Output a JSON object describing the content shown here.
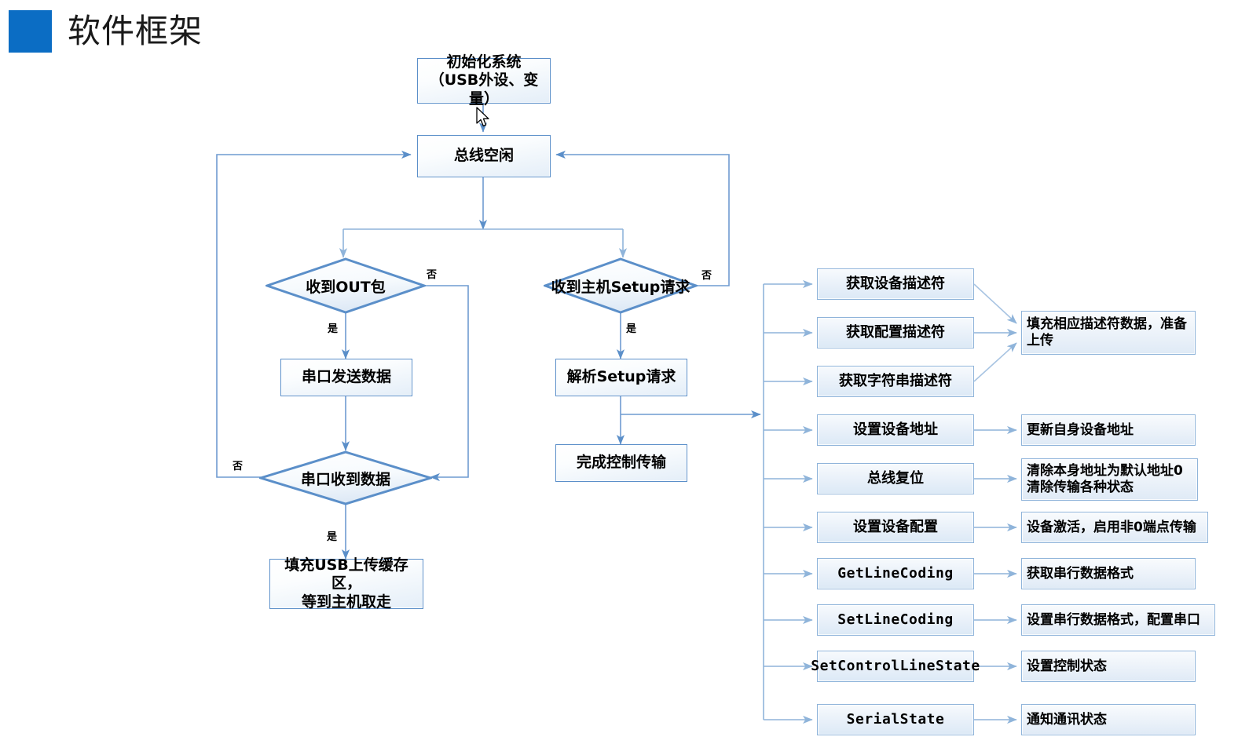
{
  "page": {
    "title": "软件框架",
    "marker_color": "#0b6dc4",
    "box_border_color": "#5b8fc9",
    "connector_color": "#6f9bd1"
  },
  "flow": {
    "init": "初始化系统\n（USB外设、变量）",
    "init_line1": "初始化系统",
    "init_line2": "（USB外设、变量）",
    "bus_idle": "总线空闲",
    "left_branch": {
      "decision_out": "收到OUT包",
      "uart_send": "串口发送数据",
      "decision_uart_rx": "串口收到数据",
      "fill_buffer_line1": "填充USB上传缓存区，",
      "fill_buffer_line2": "等到主机取走"
    },
    "mid_branch": {
      "decision_setup": "收到主机Setup请求",
      "parse_setup": "解析Setup请求",
      "finish_control": "完成控制传输"
    },
    "labels": {
      "yes": "是",
      "no": "否"
    }
  },
  "requests": [
    {
      "name": "获取设备描述符",
      "mono": false
    },
    {
      "name": "获取配置描述符",
      "mono": false
    },
    {
      "name": "获取字符串描述符",
      "mono": false
    },
    {
      "name": "设置设备地址",
      "mono": false
    },
    {
      "name": "总线复位",
      "mono": false
    },
    {
      "name": "设置设备配置",
      "mono": false
    },
    {
      "name": "GetLineCoding",
      "mono": true
    },
    {
      "name": "SetLineCoding",
      "mono": true
    },
    {
      "name": "SetControlLineState",
      "mono": true
    },
    {
      "name": "SerialState",
      "mono": true
    }
  ],
  "descriptions": [
    {
      "line1": "填充相应描述符数据，准备",
      "line2": "上传"
    },
    {
      "line1": "更新自身设备地址",
      "line2": ""
    },
    {
      "line1": "清除本身地址为默认地址0",
      "line2": "清除传输各种状态"
    },
    {
      "line1": "设备激活，启用非0端点传输",
      "line2": ""
    },
    {
      "line1": "获取串行数据格式",
      "line2": ""
    },
    {
      "line1": "设置串行数据格式，配置串口",
      "line2": ""
    },
    {
      "line1": "设置控制状态",
      "line2": ""
    },
    {
      "line1": "通知通讯状态",
      "line2": ""
    }
  ]
}
